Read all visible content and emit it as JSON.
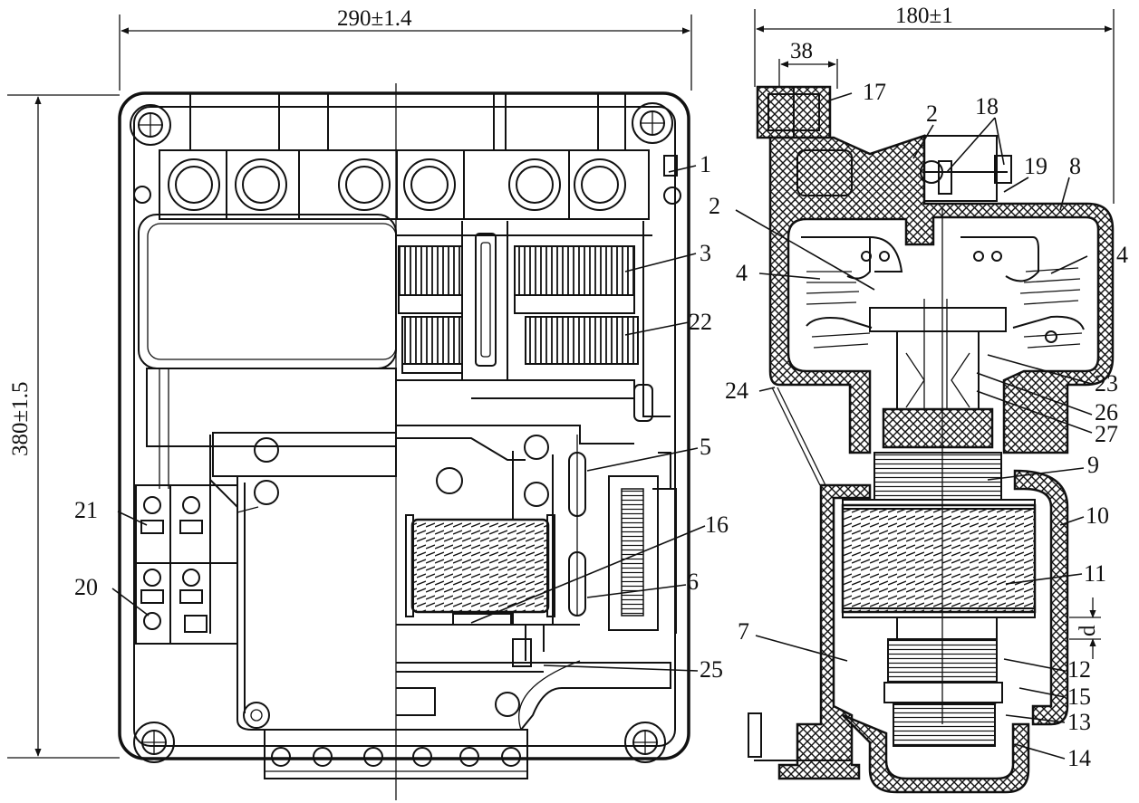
{
  "dimensions": {
    "front_width": "290±1.4",
    "front_height": "380±1.5",
    "side_width": "180±1",
    "terminal_width": "38",
    "gap_mark": "d"
  },
  "labels": {
    "l1": "1",
    "l2a": "2",
    "l2b": "2",
    "l3": "3",
    "l4a": "4",
    "l4b": "4",
    "l5": "5",
    "l6": "6",
    "l7": "7",
    "l8": "8",
    "l9": "9",
    "l10": "10",
    "l11": "11",
    "l12": "12",
    "l13": "13",
    "l14": "14",
    "l15": "15",
    "l16": "16",
    "l17": "17",
    "l18": "18",
    "l19": "19",
    "l20": "20",
    "l21": "21",
    "l22": "22",
    "l23": "23",
    "l24": "24",
    "l25": "25",
    "l26": "26",
    "l27": "27"
  }
}
